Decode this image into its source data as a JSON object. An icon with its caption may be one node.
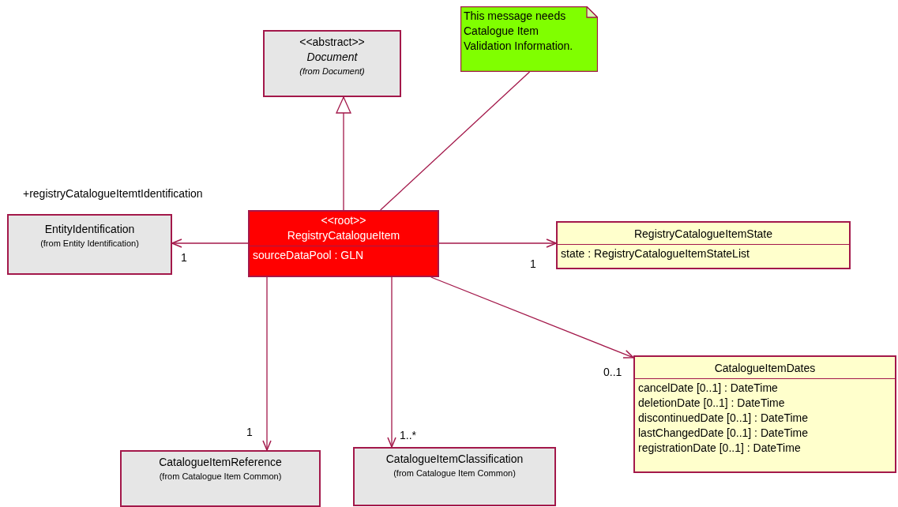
{
  "diagram": {
    "nodes": [
      {
        "text": [
          "<<abstract>>",
          "Document",
          "(from Document)"
        ]
      },
      {
        "text": [
          "This message needs Catalogue Item Validation Information."
        ]
      },
      {
        "text": [
          "<<root>>",
          "RegistryCatalogueItem",
          "sourceDataPool : GLN"
        ]
      },
      {
        "text": [
          "EntityIdentification",
          "(from Entity Identification)"
        ]
      },
      {
        "text": [
          "RegistryCatalogueItemState",
          "state : RegistryCatalogueItemStateList"
        ]
      },
      {
        "text": [
          "CatalogueItemDates",
          "cancelDate [0..1] : DateTime",
          "deletionDate [0..1] : DateTime",
          "discontinuedDate [0..1] : DateTime",
          "lastChangedDate [0..1] : DateTime",
          "registrationDate [0..1] : DateTime"
        ]
      },
      {
        "text": [
          "CatalogueItemReference",
          "(from Catalogue Item Common)"
        ]
      },
      {
        "text": [
          "CatalogueItemClassification",
          "(from Catalogue Item Common)"
        ]
      }
    ],
    "edges": [
      {
        "from": 2,
        "to": 0,
        "arrow": "to"
      },
      {
        "from": 1,
        "to": 2,
        "arrow": "none"
      },
      {
        "from": 2,
        "to": 3,
        "arrow": "to",
        "label": "1"
      },
      {
        "from": 2,
        "to": 4,
        "arrow": "to",
        "label": "1"
      },
      {
        "from": 2,
        "to": 5,
        "arrow": "to",
        "label": "0..1"
      },
      {
        "from": 2,
        "to": 6,
        "arrow": "to",
        "label": "1"
      },
      {
        "from": 2,
        "to": 7,
        "arrow": "to",
        "label": "1..*"
      }
    ],
    "labels": [
      "+registryCatalogueItemtIdentification"
    ]
  }
}
